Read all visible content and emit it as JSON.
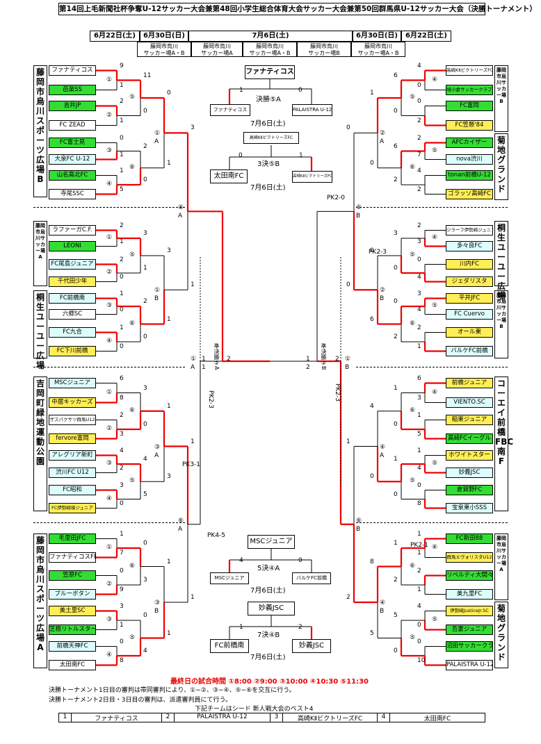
{
  "title": "第14回上毛新聞社杯争奪U-12サッカー大会兼第48回小学生総合体育大会サッカー大会兼第50回群馬県U-12サッカー大会（決勝トーナメント）",
  "dates": [
    "6月22日(土)",
    "6月30日(日)",
    "7月6日(土)",
    "6月30日(日)",
    "6月22日(土)"
  ],
  "venues": [
    "藤岡市烏川\nサッカー場A・B",
    "藤岡市烏川\nサッカー場A",
    "藤岡市烏川\nサッカー場A・B",
    "藤岡市烏川\nサッカー場B",
    "藤岡市烏川\nサッカー場A・B"
  ],
  "venue_boxes": {
    "l1": "藤岡市烏川スポーツ広場B",
    "l2": "藤岡市烏川サッカー場A",
    "l3": "桐生ユーユー広場",
    "l4": "吉岡町緑地運動公園",
    "l5": "藤岡市烏川スポーツ広場A",
    "r1": "藤岡市烏川サッカー場B",
    "r2": "菊地グランド",
    "r3": "桐生ユーユー広場",
    "r4": "藤岡市烏川サッカー場B",
    "r5": "コーエイ前橋FBC南F",
    "r6": "藤岡市烏川サッカー場A",
    "r7": "菊地グランド"
  },
  "left_teams": [
    "ファナティコス",
    "邑楽SS",
    "吉井JP",
    "FC ZEAD",
    "FC富士見",
    "大泉FC U-12",
    "山名高北FC",
    "寺尾SSC",
    "ラファーガC.F.",
    "LEONI",
    "FC尾島ジュニア",
    "千代田少年",
    "FC前橋南",
    "六郷SC",
    "FC九合",
    "FC下川前橋",
    "MSCジュニア",
    "中居キッカーズ",
    "ザスパクサツ群馬U12",
    "fervore富岡",
    "アレグリア新町",
    "渋川FC U12",
    "FC昭和",
    "FC伊勢崎境ジュニア",
    "毛里田JFC",
    "ファナティコスFBA",
    "笠原FC",
    "ブルーボタン",
    "美土里SC",
    "芝根リトルスター",
    "前橋天神FC",
    "太田南FC"
  ],
  "right_teams": [
    "高崎KⅡビクトリーズFC",
    "境小倉サッカークラブ",
    "FC富岡",
    "FC笠懸'84",
    "AFCカイザー",
    "nova渋川",
    "tonan前橋U-12",
    "ゴラッソ高崎FC",
    "ジラーフ伊勢崎ジュニア",
    "多々良FC",
    "川内FC",
    "ジェダリスタ",
    "平井JFC",
    "FC Cuervo",
    "オール東",
    "バルケFC前橋",
    "前橋ジュニア",
    "VIENTO.SC",
    "稲東ジュニア",
    "高崎FCイーグル",
    "ホワイトスター",
    "妙義JSC",
    "倉賀野FC",
    "宝泉東小SSS",
    "FC新田88",
    "群馬エヴォリスタU12",
    "リベルティ大間々",
    "美九里FC",
    "伊勢崎JusticeJr.SC",
    "吾妻ジュニア",
    "沼田サッカークラブ",
    "PALAISTRA U-12"
  ],
  "rounds_left": {
    "r1": [
      "9",
      "1",
      "2",
      "1",
      "0",
      "1",
      "1",
      "5",
      "2",
      "1",
      "2",
      "0",
      "1",
      "0",
      "1",
      "0",
      "6",
      "8",
      "2",
      "3",
      "4",
      "2",
      "3",
      "0",
      "1",
      "7",
      "0",
      "9",
      "3",
      "1",
      "0",
      "8"
    ],
    "r2": [
      "11",
      "0",
      "2",
      "0",
      "3",
      "1",
      "2",
      "0",
      "3",
      "0",
      "4",
      "5",
      "0",
      "3",
      "0",
      "4"
    ],
    "r3": [
      "0",
      "1",
      "3",
      "1",
      "1",
      "3",
      "1",
      "1"
    ],
    "r4": [
      "3",
      "1",
      "1",
      "1"
    ]
  },
  "rounds_right": {
    "r1": [
      "4",
      "0",
      "0",
      "2",
      "2",
      "7",
      "4",
      "2",
      "2",
      "3",
      "0",
      "4",
      "3",
      "4",
      "2",
      "1",
      "6",
      "3",
      "1",
      "5",
      "1",
      "4",
      "0",
      "8",
      "1",
      "1",
      "2",
      "1",
      "4",
      "0",
      "0",
      "10"
    ],
    "r2": [
      "6",
      "0",
      "6",
      "2",
      "3",
      "0",
      "0",
      "2",
      "1",
      "0",
      "1",
      "0",
      "1",
      "2",
      "5",
      "0"
    ],
    "r3": [
      "1",
      "0",
      "0",
      "6",
      "4",
      "0",
      "8",
      "5"
    ],
    "r4": [
      "0",
      "0",
      "1",
      "2"
    ]
  },
  "match_labels_left": [
    "①",
    "②",
    "⑤",
    "③",
    "④",
    "⑥",
    "①",
    "A",
    "①",
    "②",
    "⑤",
    "③",
    "④",
    "⑥",
    "①",
    "B",
    "④",
    "②",
    "⑥",
    "①",
    "⑤",
    "③",
    "③",
    "A",
    "④",
    "②",
    "⑥",
    "③",
    "①",
    "⑤",
    "③",
    "B",
    "⑤",
    "A",
    "⑥",
    "A",
    "①",
    "A",
    "準決勝②A"
  ],
  "match_labels_right": [
    "①",
    "②",
    "⑤",
    "③",
    "④",
    "⑥",
    "②",
    "A",
    "①",
    "②",
    "⑤",
    "③",
    "④",
    "⑥",
    "②",
    "B",
    "④",
    "⑤",
    "⑥",
    "④",
    "①",
    "③",
    "④",
    "A",
    "④",
    "②",
    "⑥",
    "①",
    "⑤",
    "③",
    "④",
    "B",
    "⑤",
    "B",
    "⑥",
    "B",
    "①",
    "B",
    "準決勝②B"
  ],
  "pk": [
    "PK2-0",
    "PK2-3",
    "PK2-3",
    "PK3-1",
    "PK2-3",
    "PK4-5",
    "PK2-1"
  ],
  "final": {
    "winner": "ファナティコス",
    "label": "決勝⑤A",
    "s1": "1",
    "s2": "0",
    "t1": "ファナティコス",
    "t2": "PALAISTRA U-12",
    "date": "7月6日(土)"
  },
  "third": {
    "top": "高崎KⅡビクトリーズFC",
    "label": "3決⑤B",
    "s1": "0",
    "s2": "1",
    "t1": "太田南FC",
    "t2": "高崎KⅡビクトリーズFC",
    "date": "7月6日(土)"
  },
  "fifth": {
    "winner": "MSCジュニア",
    "label": "5決④A",
    "s1": "4",
    "s2": "0",
    "t1": "MSCジュニア",
    "t2": "バルケFC前橋",
    "date": "7月6日(土)"
  },
  "seventh": {
    "winner": "妙義JSC",
    "label": "7決④B",
    "s1": "1",
    "s2": "2",
    "t1": "FC前橋南",
    "t2": "妙義JSC",
    "date": "7月6日(土)"
  },
  "footer": {
    "times": "最終日の試合時間 ①8:00 ②9:00 ③10:00 ④10:30 ⑤11:30",
    "line1": "決勝トーナメント1日目の審判は帯同審判により、①−②、③−④、⑤−⑥を交互に行う。",
    "line2": "決勝トーナメント2日目・3日目の審判は、派遣審判員にて行う。",
    "line3": "下記チームはシード 新人戦大会のベスト4",
    "seeds": [
      {
        "n": "1",
        "t": "ファナティコス"
      },
      {
        "n": "2",
        "t": "PALAISTRA U-12"
      },
      {
        "n": "3",
        "t": "高崎KⅡビクトリーズFC"
      },
      {
        "n": "4",
        "t": "太田南FC"
      }
    ]
  }
}
